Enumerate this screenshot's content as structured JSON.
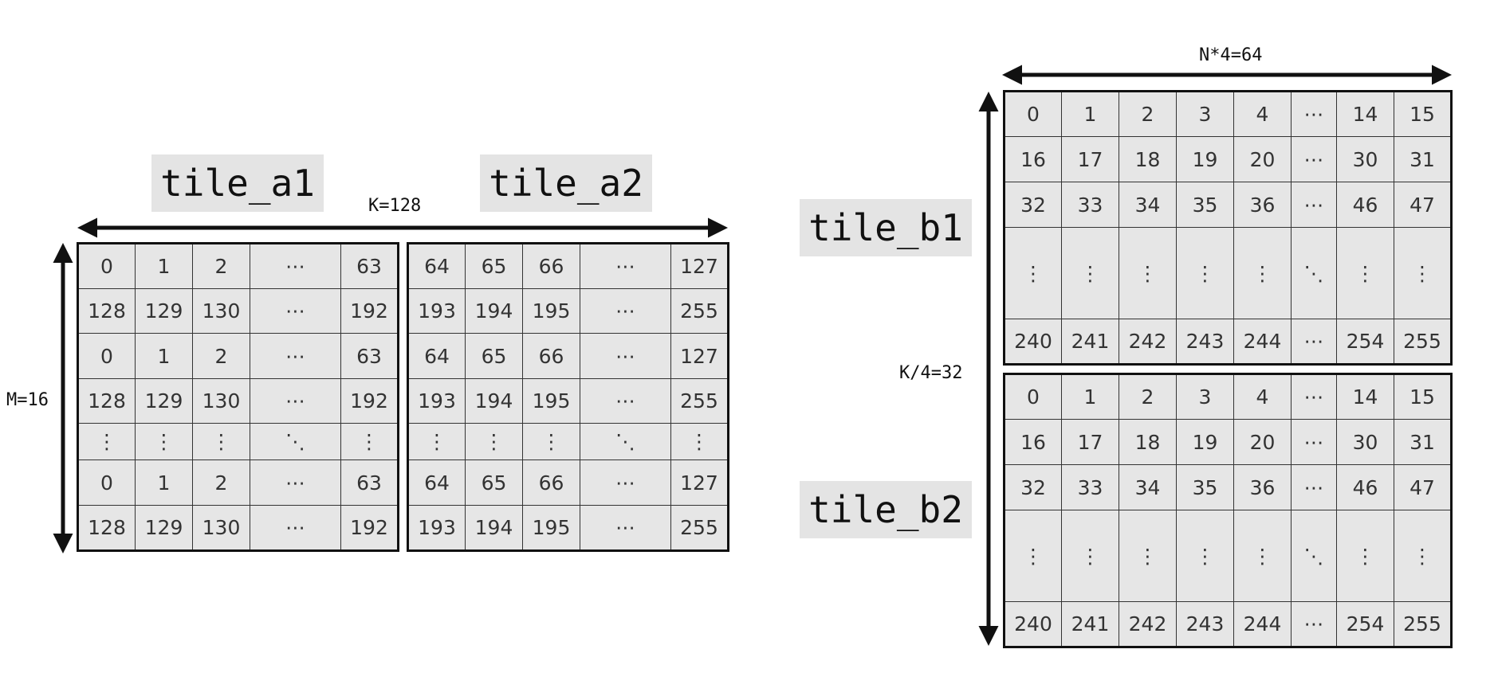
{
  "labels": {
    "tile_a1": "tile_a1",
    "tile_a2": "tile_a2",
    "tile_b1": "tile_b1",
    "tile_b2": "tile_b2"
  },
  "dimensions": {
    "k": "K=128",
    "m": "M=16",
    "n4": "N*4=64",
    "k4": "K/4=32"
  },
  "tables": {
    "tile_a1": [
      [
        "0",
        "1",
        "2",
        "⋯",
        "63"
      ],
      [
        "128",
        "129",
        "130",
        "⋯",
        "192"
      ],
      [
        "0",
        "1",
        "2",
        "⋯",
        "63"
      ],
      [
        "128",
        "129",
        "130",
        "⋯",
        "192"
      ],
      [
        "⋮",
        "⋮",
        "⋮",
        "⋱",
        "⋮"
      ],
      [
        "0",
        "1",
        "2",
        "⋯",
        "63"
      ],
      [
        "128",
        "129",
        "130",
        "⋯",
        "192"
      ]
    ],
    "tile_a2": [
      [
        "64",
        "65",
        "66",
        "⋯",
        "127"
      ],
      [
        "193",
        "194",
        "195",
        "⋯",
        "255"
      ],
      [
        "64",
        "65",
        "66",
        "⋯",
        "127"
      ],
      [
        "193",
        "194",
        "195",
        "⋯",
        "255"
      ],
      [
        "⋮",
        "⋮",
        "⋮",
        "⋱",
        "⋮"
      ],
      [
        "64",
        "65",
        "66",
        "⋯",
        "127"
      ],
      [
        "193",
        "194",
        "195",
        "⋯",
        "255"
      ]
    ],
    "tile_b1": [
      [
        "0",
        "1",
        "2",
        "3",
        "4",
        "⋯",
        "14",
        "15"
      ],
      [
        "16",
        "17",
        "18",
        "19",
        "20",
        "⋯",
        "30",
        "31"
      ],
      [
        "32",
        "33",
        "34",
        "35",
        "36",
        "⋯",
        "46",
        "47"
      ],
      [
        "⋮",
        "⋮",
        "⋮",
        "⋮",
        "⋮",
        "⋱",
        "⋮",
        "⋮"
      ],
      [
        "240",
        "241",
        "242",
        "243",
        "244",
        "⋯",
        "254",
        "255"
      ]
    ],
    "tile_b2": [
      [
        "0",
        "1",
        "2",
        "3",
        "4",
        "⋯",
        "14",
        "15"
      ],
      [
        "16",
        "17",
        "18",
        "19",
        "20",
        "⋯",
        "30",
        "31"
      ],
      [
        "32",
        "33",
        "34",
        "35",
        "36",
        "⋯",
        "46",
        "47"
      ],
      [
        "⋮",
        "⋮",
        "⋮",
        "⋮",
        "⋮",
        "⋱",
        "⋮",
        "⋮"
      ],
      [
        "240",
        "241",
        "242",
        "243",
        "244",
        "⋯",
        "254",
        "255"
      ]
    ]
  },
  "colors": {
    "cell_fill": "#e6e6e6",
    "label_fill": "#e4e4e4",
    "line": "#111111"
  }
}
